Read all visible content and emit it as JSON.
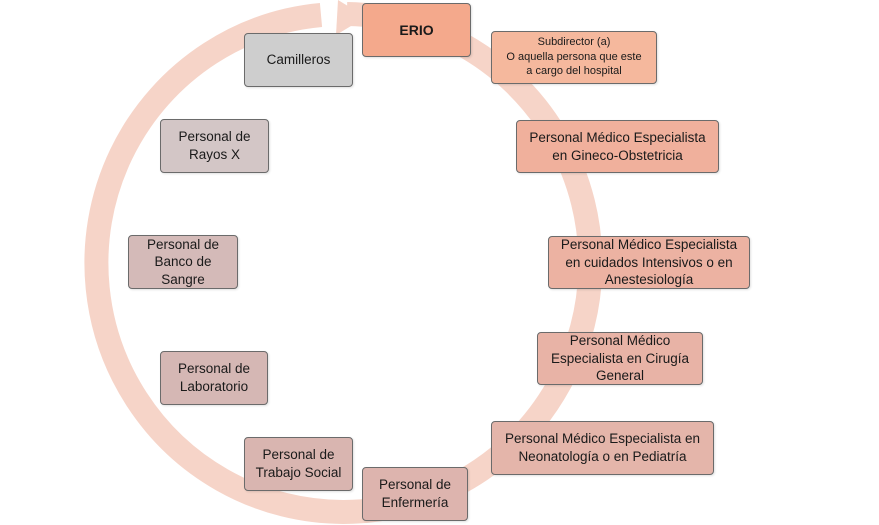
{
  "nodes": {
    "erio": {
      "label": "ERIO",
      "color": "#f4a98c"
    },
    "subdirector": {
      "line1": "Subdirector (a)",
      "line2": "O aquella persona que este",
      "line3": "a cargo del hospital",
      "color": "#f5b89d"
    },
    "gineco": {
      "line1": "Personal Médico Especialista",
      "line2": "en Gineco-Obstetricia",
      "color": "#f0b09c"
    },
    "intensivos": {
      "line1": "Personal Médico Especialista",
      "line2": "en cuidados Intensivos o en",
      "line3": "Anestesiología",
      "color": "#ecb2a2"
    },
    "cirugia": {
      "line1": "Personal Médico",
      "line2": "Especialista en Cirugía",
      "line3": "General",
      "color": "#e8b3a6"
    },
    "neonatologia": {
      "line1": "Personal Médico Especialista en",
      "line2": "Neonatología o en Pediatría",
      "color": "#e4b5aa"
    },
    "enfermeria": {
      "line1": "Personal de",
      "line2": "Enfermería",
      "color": "#ddb4ae"
    },
    "trabajo_social": {
      "line1": "Personal de",
      "line2": "Trabajo Social",
      "color": "#d9b5b0"
    },
    "laboratorio": {
      "line1": "Personal de",
      "line2": "Laboratorio",
      "color": "#d5b7b4"
    },
    "banco_sangre": {
      "line1": "Personal de",
      "line2": "Banco de",
      "line3": "Sangre",
      "color": "#d4bab8"
    },
    "rayos_x": {
      "line1": "Personal de",
      "line2": "Rayos X",
      "color": "#d3c6c6"
    },
    "camilleros": {
      "label": "Camilleros",
      "color": "#cecece"
    }
  },
  "ring_color": "#f6d4c8"
}
